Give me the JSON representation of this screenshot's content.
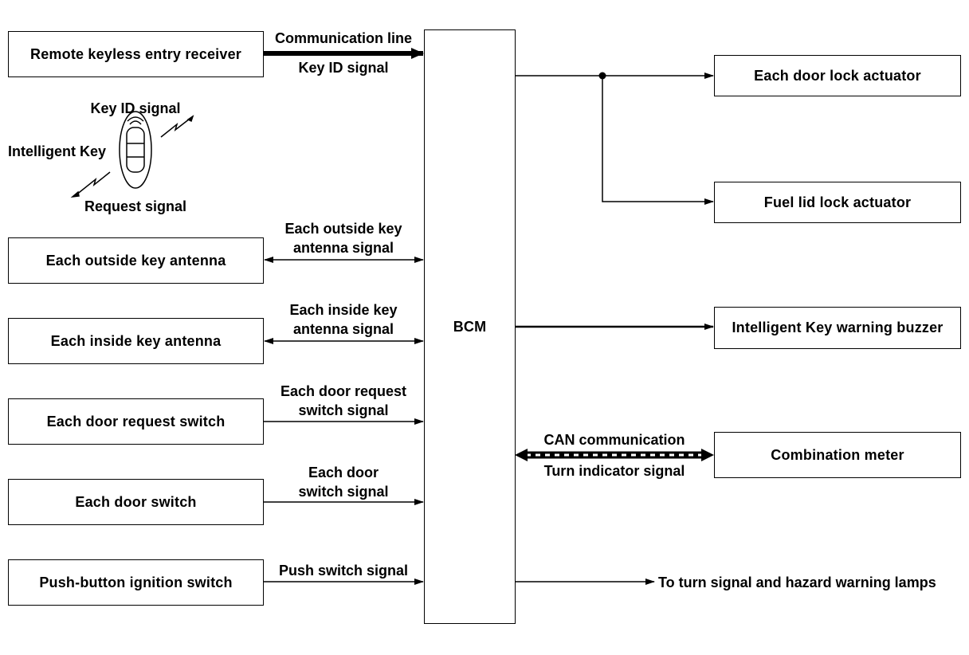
{
  "bcm": {
    "label": "BCM"
  },
  "inputs": {
    "remote_receiver": "Remote keyless entry receiver",
    "outside_antenna": "Each outside key antenna",
    "inside_antenna": "Each inside key antenna",
    "door_request_switch": "Each door request switch",
    "door_switch": "Each door switch",
    "ignition_switch": "Push-button ignition switch"
  },
  "input_signals": {
    "communication_line": "Communication line",
    "key_id_signal": "Key ID signal",
    "outside_antenna_signal_1": "Each outside key",
    "outside_antenna_signal_2": "antenna signal",
    "inside_antenna_signal_1": "Each inside key",
    "inside_antenna_signal_2": "antenna signal",
    "door_request_signal_1": "Each door request",
    "door_request_signal_2": "switch signal",
    "door_switch_signal_1": "Each door",
    "door_switch_signal_2": "switch signal",
    "push_switch_signal": "Push switch signal"
  },
  "intelligent_key": {
    "name": "Intelligent Key",
    "key_id_signal": "Key ID signal",
    "request_signal": "Request signal"
  },
  "outputs": {
    "door_lock_actuator": "Each door lock actuator",
    "fuel_lid_actuator": "Fuel lid lock actuator",
    "warning_buzzer": "Intelligent Key warning buzzer",
    "combination_meter": "Combination meter",
    "turn_signal_lamps": "To turn signal and hazard warning lamps"
  },
  "output_signals": {
    "can_communication": "CAN communication",
    "turn_indicator_signal": "Turn indicator signal"
  }
}
